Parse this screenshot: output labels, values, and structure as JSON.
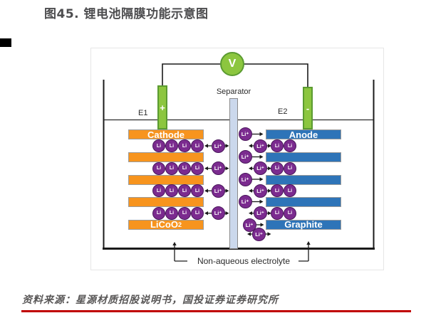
{
  "page": {
    "title": "图45. 锂电池隔膜功能示意图",
    "source": "资料来源：星源材质招股说明书，国投证券证券研究所",
    "rule_color": "#c00000",
    "accent_color": "#000000"
  },
  "diagram": {
    "voltmeter_label": "V",
    "separator_label": "Separator",
    "left_electrode": {
      "label": "E1",
      "sign": "+"
    },
    "right_electrode": {
      "label": "E2",
      "sign": "-"
    },
    "electrolyte_label": "Non-aqueous electrolyte",
    "ion_label": "Li",
    "free_ion_label": "Li⁺",
    "left_stack": {
      "name": "cathode",
      "color": "#f7941e",
      "bars": [
        {
          "label": "Cathode"
        },
        {
          "label": ""
        },
        {
          "label": ""
        },
        {
          "label": ""
        },
        {
          "label": "LiCoO",
          "sub": "2"
        }
      ]
    },
    "right_stack": {
      "name": "anode",
      "color": "#2e74b8",
      "bars": [
        {
          "label": "Anode"
        },
        {
          "label": ""
        },
        {
          "label": ""
        },
        {
          "label": ""
        },
        {
          "label": "Graphite"
        }
      ]
    },
    "colors": {
      "electrode_green": "#8cc63f",
      "electrode_green_border": "#5b9b31",
      "ion_purple": "#7b2b8f",
      "ion_purple_border": "#4a175c",
      "separator_fill": "#cbd8ec",
      "separator_border": "#8a8a8a",
      "line": "#1a1a1a"
    }
  }
}
